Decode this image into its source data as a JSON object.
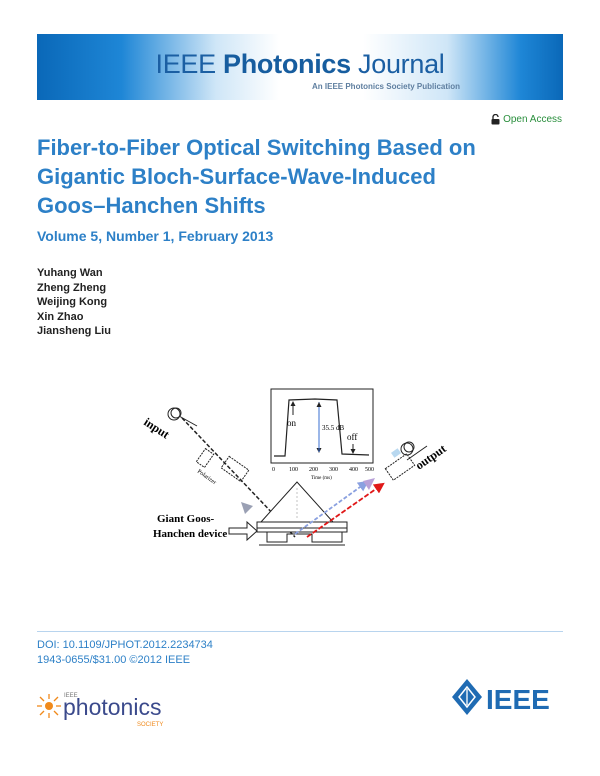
{
  "header": {
    "journal_plain": "IEEE ",
    "journal_bold": "Photonics",
    "journal_tail": " Journal",
    "subtitle": "An IEEE Photonics Society Publication",
    "open_access": "Open Access"
  },
  "paper": {
    "title_lines": [
      "Fiber-to-Fiber Optical Switching Based on",
      "Gigantic Bloch-Surface-Wave-Induced",
      "Goos–Hanchen Shifts"
    ],
    "volume": "Volume 5, Number 1, February 2013",
    "authors": [
      "Yuhang Wan",
      "Zheng Zheng",
      "Weijing Kong",
      "Xin Zhao",
      "Jiansheng Liu"
    ]
  },
  "figure": {
    "label_input": "input",
    "label_output": "output",
    "label_polarizer": "Polarizer",
    "label_device_line1": "Giant Goos-",
    "label_device_line2": "Hanchen device",
    "inset_on": "on",
    "inset_off": "off",
    "inset_db": "35.5 dB",
    "inset_ticks": [
      "0",
      "100",
      "200",
      "300",
      "400",
      "500"
    ],
    "inset_xlabel": "Time (ms)"
  },
  "footer": {
    "doi": "DOI: 10.1109/JPHOT.2012.2234734",
    "issn": "1943-0655/$31.00 ©2012 IEEE",
    "society_small": "IEEE",
    "society_name": "photonics",
    "society_word": "SOCIETY",
    "ieee_text": "IEEE"
  },
  "colors": {
    "title_blue": "#2d80c7",
    "banner_blue": "#0a68b8",
    "open_access_green": "#2a8f3d",
    "beam_red": "#e01818",
    "beam_blue": "#3a5fd0"
  }
}
